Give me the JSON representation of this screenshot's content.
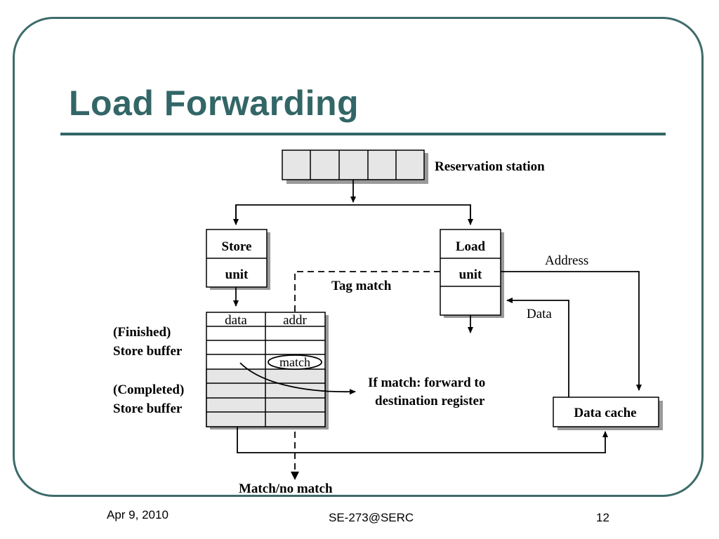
{
  "slide": {
    "title": "Load Forwarding",
    "footer_date": "Apr 9, 2010",
    "footer_center": "SE-273@SERC",
    "footer_page": "12"
  },
  "diagram": {
    "reservation_station": "Reservation station",
    "store_unit": {
      "line1": "Store",
      "line2": "unit"
    },
    "load_unit": {
      "line1": "Load",
      "line2": "unit"
    },
    "address": "Address",
    "tag_match": "Tag match",
    "data_label": "Data",
    "col_data": "data",
    "col_addr": "addr",
    "finished_1": "(Finished)",
    "finished_2": "Store buffer",
    "completed_1": "(Completed)",
    "completed_2": "Store buffer",
    "match": "match",
    "if_match_1": "If  match: forward to",
    "if_match_2": "destination register",
    "data_cache": "Data cache",
    "match_no_match": "Match/no match"
  },
  "colors": {
    "accent": "#336666",
    "frame": "#3d6b6b",
    "cell_fill": "#e6e6e6",
    "shadow": "#9a9a9a"
  }
}
